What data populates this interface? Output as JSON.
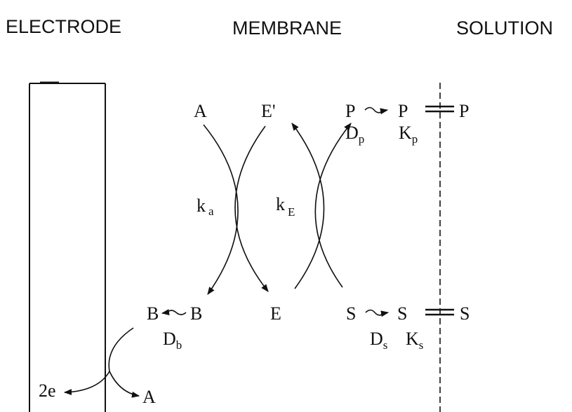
{
  "headers": {
    "electrode": "ELECTRODE",
    "membrane": "MEMBRANE",
    "solution": "SOLUTION"
  },
  "species": {
    "a_top": "A",
    "e_prime": "E'",
    "p_left": "P",
    "p_mid": "P",
    "p_right": "P",
    "b_left": "B",
    "b_right": "B",
    "e_bottom": "E",
    "s_left": "S",
    "s_mid": "S",
    "s_right": "S",
    "two_e": "2e",
    "a_bottom": "A"
  },
  "constants": {
    "d_main": "D",
    "p_sub": "p",
    "k_main": "K",
    "ds_main": "D",
    "s_sub": "s",
    "ks_main": "K",
    "db_main": "D",
    "b_sub": "b",
    "ka_main": "k",
    "a_sub": "a",
    "ke_main": "k",
    "e_sub": "E"
  },
  "colors": {
    "ink": "#111111",
    "background": "#ffffff"
  }
}
